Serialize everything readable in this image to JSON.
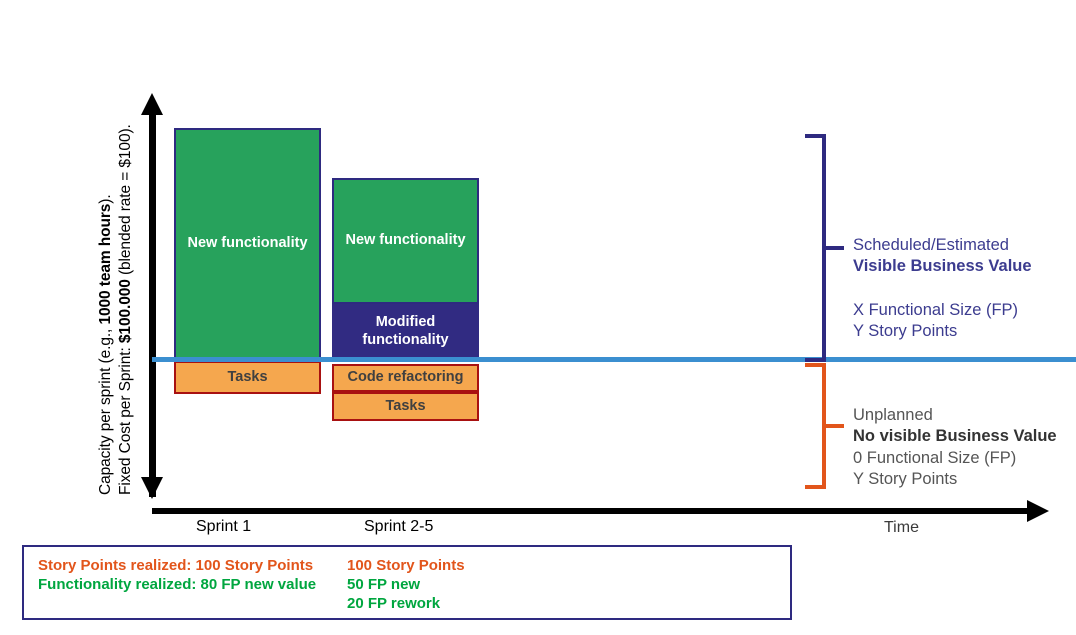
{
  "axes": {
    "y_label_line1": "Capacity per sprint (e.g., ",
    "y_label_line1_bold": "1000 team hours",
    "y_label_line1_tail": ").",
    "y_label_line2": "Fixed Cost per Sprint: ",
    "y_label_line2_bold": "$100.000",
    "y_label_line2_tail": " (blended rate = $100).",
    "x_title": "Time",
    "x_ticks": [
      "Sprint 1",
      "Sprint 2-5"
    ]
  },
  "capacity_line": {
    "name": "capacity-threshold-line",
    "color": "#3b8fd0"
  },
  "chart_data": {
    "type": "bar",
    "title": "",
    "xlabel": "Time",
    "ylabel": "Capacity per sprint (e.g., 1000 team hours). Fixed Cost per Sprint: $100.000 (blended rate = $100).",
    "categories": [
      "Sprint 1",
      "Sprint 2-5"
    ],
    "grid": false,
    "legend_position": "bottom-left",
    "stack_order_above_capacity": [
      "New functionality",
      "Modified functionality"
    ],
    "stack_order_below_capacity": [
      "Code refactoring",
      "Tasks"
    ],
    "series": [
      {
        "name": "New functionality",
        "color": "#27a25c",
        "border": "#2e2a80",
        "region": "above-capacity",
        "values": [
          231,
          126
        ]
      },
      {
        "name": "Modified functionality",
        "color": "#312b82",
        "border": "#312b82",
        "region": "above-capacity",
        "values": [
          0,
          55
        ]
      },
      {
        "name": "Code refactoring",
        "color": "#f5a74e",
        "border": "#a81111",
        "region": "below-capacity",
        "values": [
          0,
          28
        ]
      },
      {
        "name": "Tasks",
        "color": "#f5a74e",
        "border": "#a81111",
        "region": "below-capacity",
        "values": [
          33,
          29
        ]
      }
    ]
  },
  "bars": {
    "sprint1": {
      "new_functionality": "New functionality",
      "tasks": "Tasks"
    },
    "sprint2": {
      "new_functionality": "New functionality",
      "modified_functionality": "Modified\nfunctionality",
      "modified_functionality_line1": "Modified",
      "modified_functionality_line2": "functionality",
      "code_refactoring": "Code refactoring",
      "tasks": "Tasks"
    }
  },
  "annotations": {
    "scheduled": {
      "line1": "Scheduled/Estimated",
      "line2": "Visible Business Value",
      "color": "#3c3c8f"
    },
    "sizes": {
      "line1": "X Functional Size (FP)",
      "line2": "Y Story Points",
      "color": "#3c3c8f"
    },
    "unplanned": {
      "line1": "Unplanned",
      "line2": "No visible Business Value",
      "line3": "0 Functional Size (FP)",
      "line4": "Y Story Points",
      "color": "#555555"
    },
    "bracket_colors": {
      "upper": "#2e2a80",
      "lower": "#e2551b"
    }
  },
  "legend": {
    "labels": {
      "story_points": "Story Points realized:  100 Story Points",
      "functionality": "Functionality realized: 80 FP new value"
    },
    "values": {
      "story_points": "100 Story Points",
      "functionality_new": "50 FP new",
      "functionality_rework": "20 FP rework"
    },
    "colors": {
      "story_points": "#e2551b",
      "functionality": "#00a63f",
      "border": "#2e2a80"
    }
  }
}
